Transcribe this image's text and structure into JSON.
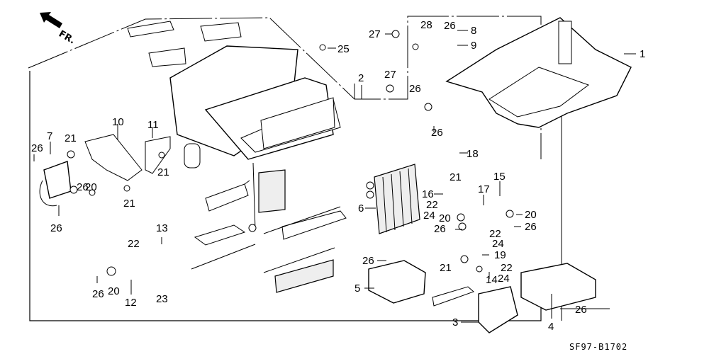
{
  "diagram": {
    "type": "exploded-parts-diagram",
    "direction_marker": "FR.",
    "diagram_code": "SF97-B1702",
    "callouts": [
      {
        "id": "c1",
        "label": "1"
      },
      {
        "id": "c2",
        "label": "2"
      },
      {
        "id": "c3",
        "label": "3"
      },
      {
        "id": "c4",
        "label": "4"
      },
      {
        "id": "c5",
        "label": "5"
      },
      {
        "id": "c6",
        "label": "6"
      },
      {
        "id": "c7",
        "label": "7"
      },
      {
        "id": "c8",
        "label": "8"
      },
      {
        "id": "c9",
        "label": "9"
      },
      {
        "id": "c10",
        "label": "10"
      },
      {
        "id": "c11",
        "label": "11"
      },
      {
        "id": "c12",
        "label": "12"
      },
      {
        "id": "c13",
        "label": "13"
      },
      {
        "id": "c14",
        "label": "14"
      },
      {
        "id": "c15",
        "label": "15"
      },
      {
        "id": "c16",
        "label": "16"
      },
      {
        "id": "c17",
        "label": "17"
      },
      {
        "id": "c18",
        "label": "18"
      },
      {
        "id": "c19",
        "label": "19"
      },
      {
        "id": "c20a",
        "label": "20"
      },
      {
        "id": "c20b",
        "label": "20"
      },
      {
        "id": "c20c",
        "label": "20"
      },
      {
        "id": "c20d",
        "label": "20"
      },
      {
        "id": "c21a",
        "label": "21"
      },
      {
        "id": "c21b",
        "label": "21"
      },
      {
        "id": "c21c",
        "label": "21"
      },
      {
        "id": "c21d",
        "label": "21"
      },
      {
        "id": "c21e",
        "label": "21"
      },
      {
        "id": "c22a",
        "label": "22"
      },
      {
        "id": "c22b",
        "label": "22"
      },
      {
        "id": "c22c",
        "label": "22"
      },
      {
        "id": "c22d",
        "label": "22"
      },
      {
        "id": "c23",
        "label": "23"
      },
      {
        "id": "c24a",
        "label": "24"
      },
      {
        "id": "c24b",
        "label": "24"
      },
      {
        "id": "c24c",
        "label": "24"
      },
      {
        "id": "c25",
        "label": "25"
      },
      {
        "id": "c26a",
        "label": "26"
      },
      {
        "id": "c26b",
        "label": "26"
      },
      {
        "id": "c26c",
        "label": "26"
      },
      {
        "id": "c26d",
        "label": "26"
      },
      {
        "id": "c26e",
        "label": "26"
      },
      {
        "id": "c26f",
        "label": "26"
      },
      {
        "id": "c26g",
        "label": "26"
      },
      {
        "id": "c26h",
        "label": "26"
      },
      {
        "id": "c26i",
        "label": "26"
      },
      {
        "id": "c26j",
        "label": "26"
      },
      {
        "id": "c26k",
        "label": "26"
      },
      {
        "id": "c27a",
        "label": "27"
      },
      {
        "id": "c27b",
        "label": "27"
      },
      {
        "id": "c28",
        "label": "28"
      }
    ]
  }
}
